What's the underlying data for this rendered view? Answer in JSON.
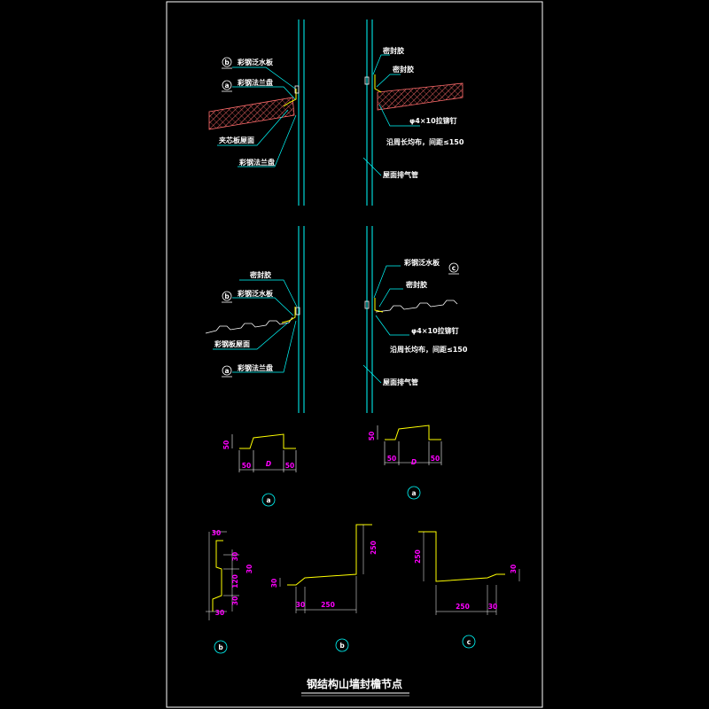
{
  "title": "钢结构山墙封檐节点",
  "colors": {
    "background": "#000000",
    "frame": "#ffffff",
    "pipe": "#00ffff",
    "leader": "#00ffff",
    "label": "#ffffff",
    "dimension": "#ff00ff",
    "flashing": "#ffff00",
    "insulation": "#ff6b6b"
  },
  "details": {
    "top_left": {
      "labels": [
        "彩钢泛水板",
        "彩钢法兰盘",
        "夹芯板屋面",
        "彩钢法兰盘"
      ],
      "markers": [
        "b",
        "a"
      ]
    },
    "top_right": {
      "labels": [
        "密封胶",
        "密封胶",
        "φ4×10拉铆钉",
        "沿周长均布，间距≤150",
        "屋面排气管"
      ]
    },
    "mid_left": {
      "labels": [
        "密封胶",
        "彩钢泛水板",
        "彩钢板屋面",
        "彩钢法兰盘"
      ],
      "markers": [
        "b",
        "a"
      ]
    },
    "mid_right": {
      "labels": [
        "彩钢泛水板",
        "密封胶",
        "φ4×10拉铆钉",
        "沿周长均布，间距≤150",
        "屋面排气管"
      ],
      "markers": [
        "c"
      ]
    }
  },
  "profiles": {
    "a_left": {
      "dims": [
        "50",
        "50",
        "D",
        "50"
      ],
      "marker": "a"
    },
    "a_right": {
      "dims": [
        "50",
        "50",
        "D",
        "50"
      ],
      "marker": "a"
    },
    "b_small": {
      "dims": [
        "30",
        "30",
        "30",
        "120",
        "30",
        "30"
      ],
      "marker": "b"
    },
    "b_large": {
      "dims": [
        "250",
        "30",
        "30",
        "250"
      ],
      "marker": "b"
    },
    "c": {
      "dims": [
        "250",
        "30",
        "250",
        "30"
      ],
      "marker": "c"
    }
  }
}
